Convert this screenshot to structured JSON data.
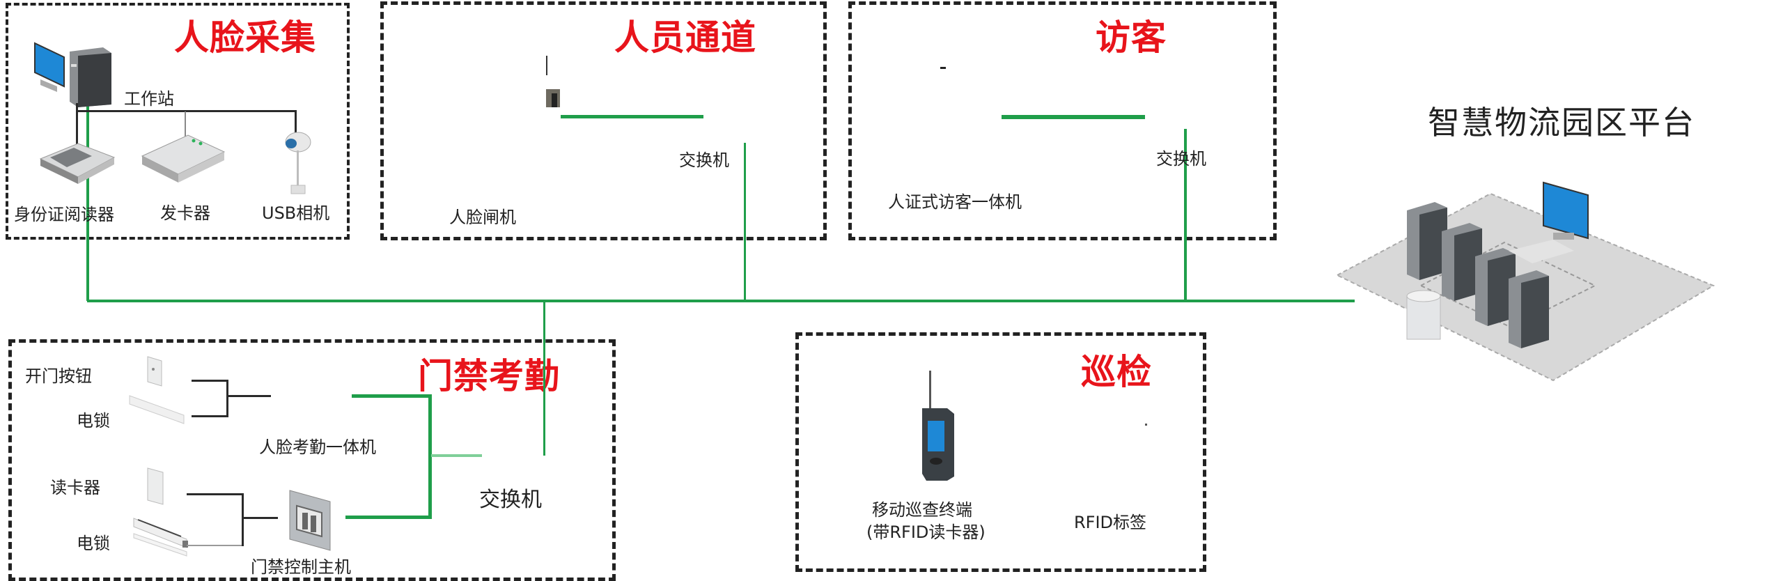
{
  "diagram": {
    "platform": {
      "title": "智慧物流园区平台",
      "icon": "server-cluster-icon"
    },
    "sections": {
      "face_collection": {
        "title": "人脸采集",
        "workstation_label": "工作站",
        "devices": [
          {
            "label": "身份证阅读器",
            "icon": "id-card-reader-icon"
          },
          {
            "label": "发卡器",
            "icon": "card-issuer-icon"
          },
          {
            "label": "USB相机",
            "icon": "usb-camera-icon"
          }
        ]
      },
      "personnel_channel": {
        "title": "人员通道",
        "switch_label": "交换机",
        "device_label": "人脸闸机"
      },
      "visitor": {
        "title": "访客",
        "switch_label": "交换机",
        "device_label": "人证式访客一体机"
      },
      "access_attendance": {
        "title": "门禁考勤",
        "labels": {
          "exit_button": "开门按钮",
          "lock_1": "电锁",
          "face_terminal": "人脸考勤一体机",
          "card_reader": "读卡器",
          "lock_2": "电锁",
          "controller": "门禁控制主机",
          "switch": "交换机"
        }
      },
      "patrol": {
        "title": "巡检",
        "terminal_label_line1": "移动巡查终端",
        "terminal_label_line2": "(带RFID读卡器)",
        "rfid_label": "RFID标签"
      }
    },
    "colors": {
      "section_title": "#e8141b",
      "network_line": "#1f9e4a",
      "dashed_border": "#222222"
    }
  }
}
